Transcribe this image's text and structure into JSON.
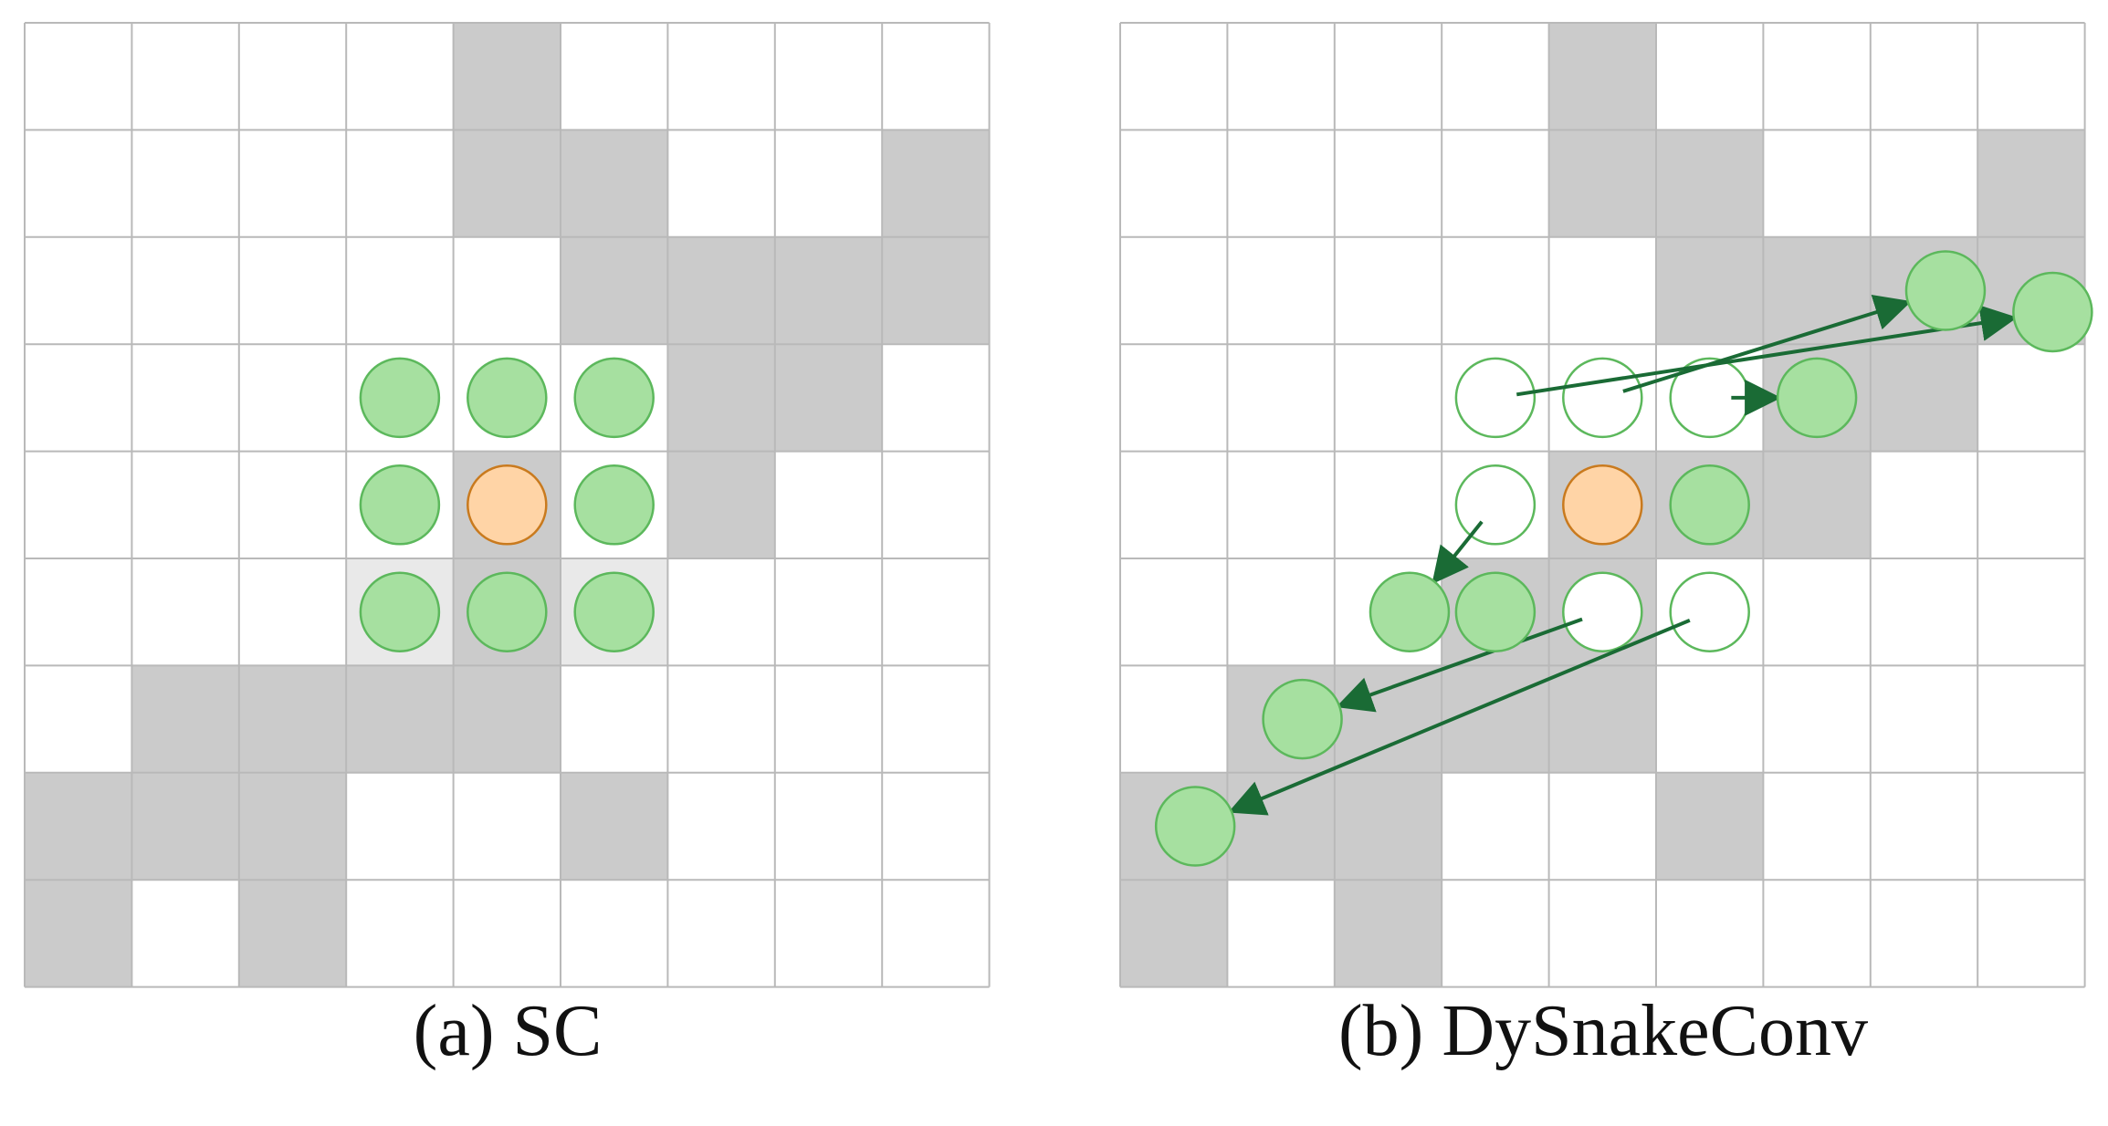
{
  "figure": {
    "panels": [
      {
        "id": "sc",
        "caption": "(a) SC",
        "grid_rows": 9,
        "grid_cols": 9,
        "shaded_cells": [
          [
            0,
            4
          ],
          [
            1,
            4
          ],
          [
            1,
            5
          ],
          [
            1,
            8
          ],
          [
            2,
            5
          ],
          [
            2,
            6
          ],
          [
            2,
            7
          ],
          [
            2,
            8
          ],
          [
            3,
            6
          ],
          [
            3,
            7
          ],
          [
            4,
            4
          ],
          [
            4,
            6
          ],
          [
            5,
            4
          ],
          [
            6,
            1
          ],
          [
            6,
            2
          ],
          [
            6,
            3
          ],
          [
            6,
            4
          ],
          [
            7,
            0
          ],
          [
            7,
            1
          ],
          [
            7,
            2
          ],
          [
            7,
            5
          ],
          [
            8,
            0
          ],
          [
            8,
            2
          ]
        ],
        "light_cells": [
          [
            5,
            3
          ],
          [
            5,
            5
          ]
        ],
        "center_point": [
          4,
          4
        ],
        "sample_points": [
          [
            3,
            3
          ],
          [
            3,
            4
          ],
          [
            3,
            5
          ],
          [
            4,
            3
          ],
          [
            4,
            5
          ],
          [
            5,
            3
          ],
          [
            5,
            4
          ],
          [
            5,
            5
          ]
        ],
        "hollow_points": [],
        "arrows": []
      },
      {
        "id": "dysnake",
        "caption": "(b) DySnakeConv",
        "grid_rows": 9,
        "grid_cols": 9,
        "shaded_cells": [
          [
            0,
            4
          ],
          [
            1,
            4
          ],
          [
            1,
            5
          ],
          [
            1,
            8
          ],
          [
            2,
            5
          ],
          [
            2,
            6
          ],
          [
            2,
            7
          ],
          [
            2,
            8
          ],
          [
            3,
            6
          ],
          [
            3,
            7
          ],
          [
            4,
            4
          ],
          [
            4,
            5
          ],
          [
            4,
            6
          ],
          [
            5,
            3
          ],
          [
            5,
            4
          ],
          [
            6,
            1
          ],
          [
            6,
            2
          ],
          [
            6,
            3
          ],
          [
            6,
            4
          ],
          [
            7,
            0
          ],
          [
            7,
            1
          ],
          [
            7,
            2
          ],
          [
            7,
            5
          ],
          [
            8,
            0
          ],
          [
            8,
            2
          ]
        ],
        "light_cells": [],
        "center_point": [
          4,
          4
        ],
        "sample_points": [
          [
            2,
            7.2
          ],
          [
            2.2,
            8.2
          ],
          [
            3,
            6
          ],
          [
            4,
            5
          ],
          [
            5,
            2.2
          ],
          [
            5,
            3
          ],
          [
            6,
            1.2
          ],
          [
            7,
            0.2
          ]
        ],
        "hollow_points": [
          [
            3,
            3
          ],
          [
            3,
            4
          ],
          [
            3,
            5
          ],
          [
            4,
            3
          ],
          [
            5,
            4
          ],
          [
            5,
            5
          ]
        ],
        "arrows": [
          {
            "from": [
              3,
              4
            ],
            "to": [
              2,
              7.2
            ]
          },
          {
            "from": [
              3,
              3
            ],
            "to": [
              2.2,
              8.2
            ]
          },
          {
            "from": [
              3,
              5
            ],
            "to": [
              3,
              6
            ]
          },
          {
            "from": [
              4,
              3
            ],
            "to": [
              5,
              2.2
            ]
          },
          {
            "from": [
              5,
              4
            ],
            "to": [
              6,
              1.2
            ]
          },
          {
            "from": [
              5,
              5
            ],
            "to": [
              7,
              0.2
            ]
          }
        ]
      }
    ],
    "colors": {
      "grid_line": "#b9b9b9",
      "shaded": "#cbcbcb",
      "light": "#e9e9e9",
      "green_fill": "#a6e0a0",
      "green_stroke": "#5cb85c",
      "orange_fill": "#ffd4a6",
      "orange_stroke": "#c97a1e",
      "arrow": "#1a6b35"
    }
  }
}
